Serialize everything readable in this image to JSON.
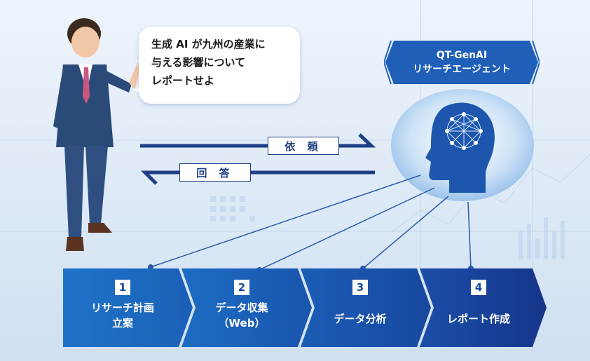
{
  "speech_bubble": {
    "lines": [
      "生成 AI が九州の産業に",
      "与える影響について",
      "レポートせよ"
    ]
  },
  "agent": {
    "title_line1": "QT-GenAI",
    "title_line2": "リサーチエージェント"
  },
  "arrows": {
    "request_label": "依 頼",
    "response_label": "回 答"
  },
  "steps": [
    {
      "number": "1",
      "label_lines": [
        "リサーチ計画",
        "立案"
      ]
    },
    {
      "number": "2",
      "label_lines": [
        "データ収集",
        "（Web）"
      ]
    },
    {
      "number": "3",
      "label_lines": [
        "データ分析"
      ]
    },
    {
      "number": "4",
      "label_lines": [
        "レポート作成"
      ]
    }
  ],
  "colors": {
    "navy": "#1f3f86",
    "step_dark": "#16358a",
    "step_light": "#1f74c8",
    "suit": "#2a4a78"
  }
}
